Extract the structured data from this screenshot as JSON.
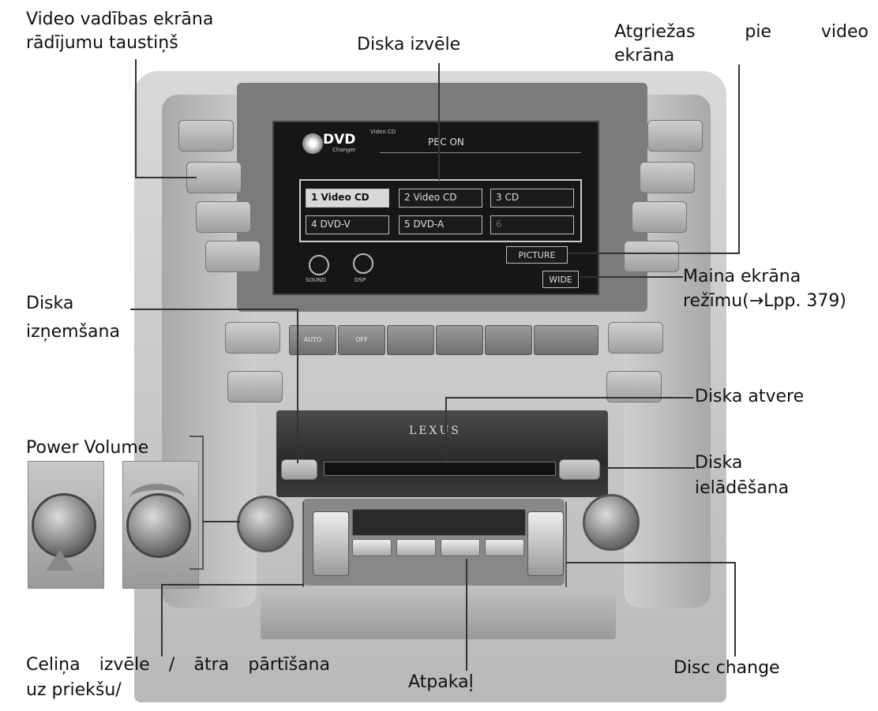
{
  "labels": {
    "video_control_line1": "Video vadības ekrāna",
    "video_control_line2": "rādījumu taustiņš",
    "disc_select": "Diska izvēle",
    "return_video_w1": "Atgriežas",
    "return_video_w2": "pie",
    "return_video_w3": "video",
    "return_video_line2": "ekrāna",
    "eject_line1": "Diska",
    "eject_line2": "izņemšana",
    "screen_mode_line1": "Maina ekrāna",
    "screen_mode_line2": "režīmu(→Lpp. 379)",
    "disc_slot": "Diska atvere",
    "load_line1": "Diska",
    "load_line2": "ielādēšana",
    "power_volume": "Power Volume",
    "track_line1_w1": "Celiņa",
    "track_line1_w2": "izvēle",
    "track_line1_w3": "/",
    "track_line1_w4": "ātra",
    "track_line1_w5": "pārtīšana",
    "track_line2": "uz priekšu/",
    "back": "Atpakaļ",
    "disc_change": "Disc change"
  },
  "screen": {
    "brand": "DVD",
    "brand_sub": "Changer",
    "mode_small": "Video CD",
    "status": "PBC ON",
    "discs": [
      "1 Video CD",
      "2 Video CD",
      "3 CD",
      "4 DVD-V",
      "5 DVD-A",
      "6"
    ],
    "picture_button": "PICTURE",
    "wide_button": "WIDE",
    "sound_label": "SOUND",
    "dsp_label": "DSP"
  },
  "console": {
    "brand": "LEXUS",
    "climate_buttons": [
      "AUTO",
      "OFF",
      "",
      "",
      "",
      ""
    ],
    "audio_buttons": [
      "",
      "",
      "",
      ""
    ]
  },
  "colors": {
    "screen_bg": "#161616",
    "console": "#c8c8c8",
    "text": "#111111"
  }
}
